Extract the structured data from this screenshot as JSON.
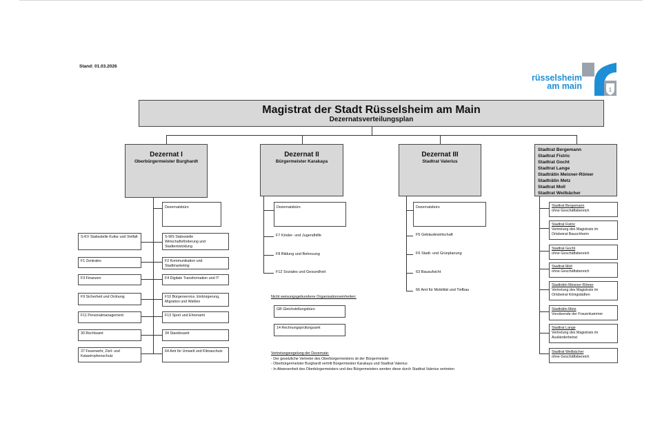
{
  "stand": "Stand: 01.03.2026",
  "logo": {
    "line1": "rüsselsheim",
    "line2": "am main",
    "colors": {
      "blue": "#1e8fd6",
      "grey": "#9aa3ad"
    }
  },
  "title": {
    "main": "Magistrat der Stadt Rüsselsheim am Main",
    "sub": "Dezernatsverteilungsplan"
  },
  "dezernat1": {
    "title": "Dezernat I",
    "subtitle": "Oberbürgermeister Burghardt",
    "buero": "Dezernatsbüro",
    "left": [
      "S-KV Stabsstelle Kultur und Vielfalt",
      "F1 Zentrales",
      "F3 Finanzen",
      "F9 Sicherheit und Ordnung",
      "F11 Personalmanagement",
      "30 Rechtsamt",
      "37 Feuerwehr, Zivil- und Katastrophenschutz"
    ],
    "right": [
      "S-WS Stabsstelle Wirtschaftsförderung und Stadtentwicklung",
      "F2 Kommunikation und Stadtmarketing",
      "F4 Digitale Transformation und IT",
      "F10 Bürgerservice, Einbürgerung, Migration und Wahlen",
      "F13 Sport und Ehrenamt",
      "34 Standesamt",
      "64 Amt für Umwelt und Klimaschutz"
    ]
  },
  "dezernat2": {
    "title": "Dezernat II",
    "subtitle": "Bürgermeister Karakaya",
    "buero": "Dezernatsbüro",
    "items": [
      "F7 Kinder- und Jugendhilfe",
      "F8 Bildung und Betreuung",
      "F12 Soziales und Gesundheit"
    ],
    "nicht_title": "Nicht weisungsgebundene Organisationseinheiten:",
    "nicht": [
      "GB Gleichstellungsbüro",
      "14 Rechnungsprüfungsamt"
    ]
  },
  "dezernat3": {
    "title": "Dezernat III",
    "subtitle": "Stadtrat Valerius",
    "buero": "Dezernatsbüro",
    "items": [
      "F5 Gebäudewirtschaft",
      "F6 Stadt- und Grünplanung",
      "63 Bauaufsicht",
      "66 Amt für Mobilität und Tiefbau"
    ]
  },
  "stadtraete": {
    "names": [
      "Stadtrat Bergemann",
      "Stadtrat Fistric",
      "Stadtrat Gocht",
      "Stadtrat Lange",
      "Stadträtin Meixner-Römer",
      "Stadträtin Metz",
      "Stadtrat Moll",
      "Stadtrat Weilbächer"
    ],
    "items": [
      {
        "name": "Stadtrat Bergemann",
        "desc": "ohne Geschäftsbereich"
      },
      {
        "name": "Stadtrat Fistric",
        "desc": "Vertretung des Magistrats im Ortsbeirat Bauschheim"
      },
      {
        "name": "Stadtrat Gocht",
        "desc": "ohne Geschäftsbereich"
      },
      {
        "name": "Stadtrat Moll",
        "desc": "ohne Geschäftsbereich"
      },
      {
        "name": "Stadträtin Meixner-Römer",
        "desc": "Vertretung des Magistrats im Ortsbeirat Königstädten"
      },
      {
        "name": "Stadträtin Metz",
        "desc": "Vorsitzende der Frauenkammer"
      },
      {
        "name": "Stadtrat Lange",
        "desc": "Vertretung des Magistrats im Ausländerbeirat"
      },
      {
        "name": "Stadtrat Weilbächer",
        "desc": "ohne Geschäftsbereich"
      }
    ]
  },
  "notes": {
    "title": "Vertretungsregelung der Dezernate:",
    "items": [
      "Der gesetzliche Vertreter des Oberbürgermeisters ist der Bürgermeister",
      "Oberbürgermeister Burghardt vertritt Bürgermeister Karakaya und Stadtrat Valerius",
      "In Abwesenheit des Oberbürgermeisters und des Bürgermeisters werden diese durch Stadtrat Valerius vertreten"
    ]
  }
}
